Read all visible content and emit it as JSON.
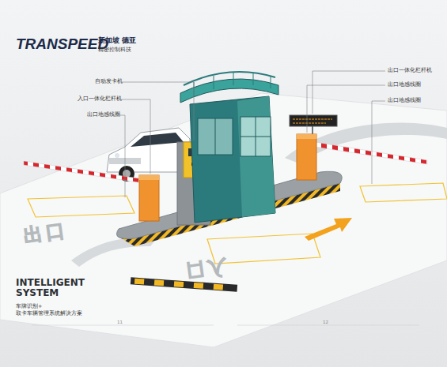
{
  "diagram": {
    "labels": [
      "TRANSPEED",
      "新加坡 德亚",
      "精密控制科技",
      "自动发卡机",
      "入口一体化栏杆机",
      "出口地感线圈",
      "出口一体化栏杆机",
      "出口地感线圈",
      "出口地感线圈",
      "出口",
      "入口",
      "INTELLIGENT SYSTEM",
      "车牌识别+",
      "取卡车辆管理系统解决方案",
      "11",
      "12"
    ]
  }
}
